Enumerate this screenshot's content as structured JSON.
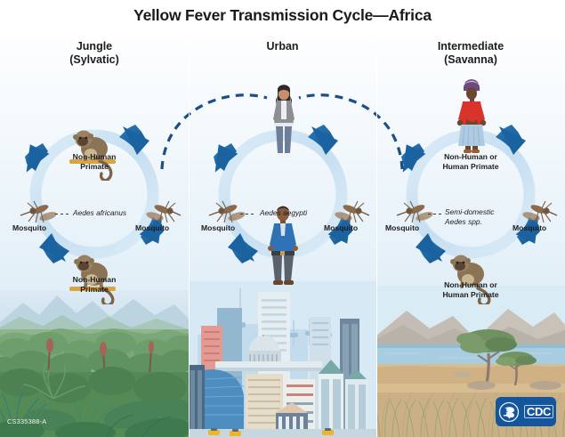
{
  "title": "Yellow Fever Transmission Cycle—Africa",
  "panels": [
    {
      "id": "jungle",
      "head_line1": "Jungle",
      "head_line2": "(Sylvatic)",
      "top_host": "Non-Human\nPrimate",
      "top_host_line1": "Non-Human",
      "top_host_line2": "Primate",
      "bottom_host_line1": "Non-Human",
      "bottom_host_line2": "Primate",
      "vector_left": "Mosquito",
      "vector_right": "Mosquito",
      "species_line1": "Aedes africanus",
      "species_line2": "",
      "top_figure_icon": "monkey-icon",
      "bottom_figure_icon": "monkey-icon",
      "scene_icon": "jungle-scene"
    },
    {
      "id": "urban",
      "head_line1": "Urban",
      "head_line2": "",
      "top_host_line1": "",
      "top_host_line2": "",
      "bottom_host_line1": "",
      "bottom_host_line2": "",
      "vector_left": "Mosquito",
      "vector_right": "Mosquito",
      "species_line1": "Aedes aegypti",
      "species_line2": "",
      "top_figure_icon": "woman-icon",
      "bottom_figure_icon": "man-icon",
      "scene_icon": "city-skyline-scene"
    },
    {
      "id": "savanna",
      "head_line1": "Intermediate",
      "head_line2": "(Savanna)",
      "top_host_line1": "Non-Human or",
      "top_host_line2": "Human Primate",
      "bottom_host_line1": "Non-Human or",
      "bottom_host_line2": "Human Primate",
      "vector_left": "Mosquito",
      "vector_right": "Mosquito",
      "species_line1": "Semi-domestic",
      "species_line2": "Aedes spp.",
      "top_figure_icon": "african-woman-icon",
      "bottom_figure_icon": "monkey-icon",
      "scene_icon": "savanna-scene"
    }
  ],
  "connectors": [
    {
      "name": "jungle-to-urban-dashed-arrow",
      "from": "jungle",
      "to": "urban"
    },
    {
      "name": "savanna-to-urban-dashed-arrow",
      "from": "savanna",
      "to": "urban"
    }
  ],
  "footer": {
    "cs_code": "CS335388-A",
    "logo_text": "CDC",
    "logo_icon": "hhs-seal-icon"
  },
  "colors": {
    "arrow_dark_blue": "#1f69a8",
    "arrow_deep_blue": "#155b94",
    "ring_light_blue": "#cfe4f2",
    "dashed_blue": "#1b4f86",
    "logo_blue": "#14569e",
    "background_top": "#fdfefe",
    "background_bottom": "#d8eaf6",
    "text_dark": "#1d1d1d"
  }
}
